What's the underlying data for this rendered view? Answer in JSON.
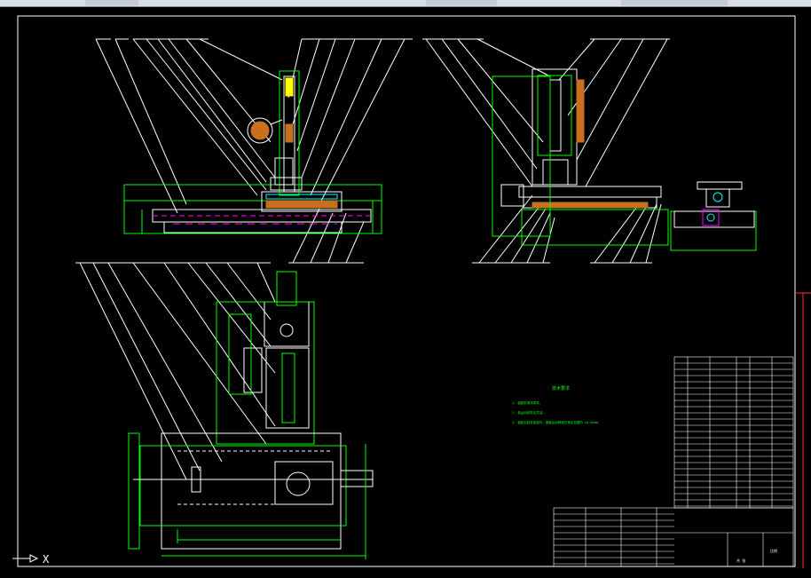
{
  "window": {
    "toolbar_present": true
  },
  "drawing": {
    "background": "#000000",
    "colors": {
      "linework": "#ffffff",
      "outline": "#00ff00",
      "dim": "#00ff00",
      "red": "#ff3030",
      "hatch": "#c87020",
      "magenta": "#ff00ff",
      "yellow": "#ffff00",
      "cyan": "#00ffff"
    },
    "tech_req_title": "技术要求",
    "tech_req_lines": [
      "1. 装配前清洗零件。",
      "2. 各运动部件应灵活。",
      "3. 装配后检查各部件，确保运动精度在规定范围内 ±0.02mm。"
    ]
  },
  "ucs": {
    "x_label": "X"
  },
  "title_block": {
    "scale_label": "比例",
    "sheet_label": "共 张"
  }
}
